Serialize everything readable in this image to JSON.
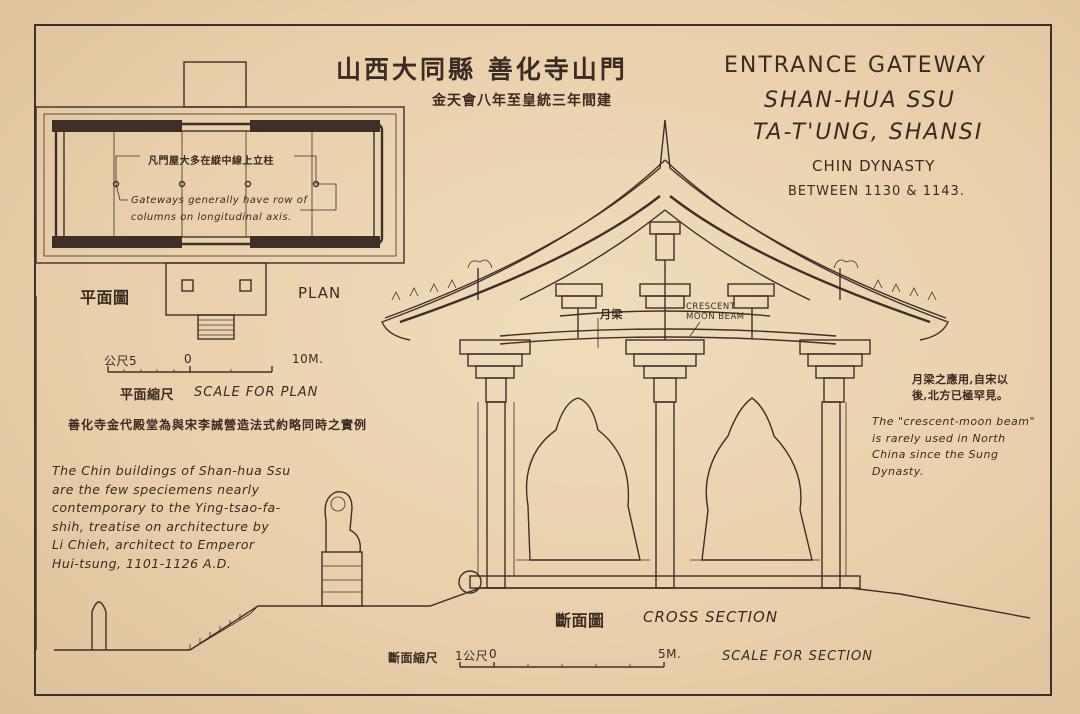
{
  "title": {
    "chinese": "山西大同縣 善化寺山門",
    "chinese_subtitle": "金天會八年至皇統三年間建",
    "line1": "ENTRANCE GATEWAY",
    "line2": "SHAN-HUA SSU",
    "line3": "TA-T'UNG, SHANSI",
    "line4": "CHIN DYNASTY",
    "line5": "BETWEEN 1130 & 1143."
  },
  "plan": {
    "label_cn": "平面圖",
    "label_en": "PLAN",
    "note_cn": "凡門屋大多在縱中線上立柱",
    "note_en": "Gateways generally have row of columns on longitudinal axis.",
    "scale": {
      "left": "5",
      "left_cn": "公尺",
      "zero": "0",
      "right": "10M.",
      "label_cn": "平面縮尺",
      "label_en": "SCALE FOR PLAN"
    }
  },
  "notes": {
    "chinese": "善化寺金代殿堂為與宋李誡營造法式約略同時之實例",
    "english": [
      "The Chin buildings of Shan-hua Ssu",
      "are the few speciemens nearly",
      "contemporary to the Ying-tsao-fa-",
      "shih, treatise on architecture by",
      "Li Chieh, architect to Emperor",
      "Hui-tsung, 1101-1126 A.D."
    ]
  },
  "section": {
    "beam_cn": "月梁",
    "beam_en_1": "CRESCENT",
    "beam_en_2": "MOON BEAM",
    "right_note_cn_1": "月梁之應用,自宋以",
    "right_note_cn_2": "後,北方已極罕見。",
    "right_note_en": [
      "The \"crescent-moon beam\"",
      "is rarely used in North",
      "China since the Sung",
      "Dynasty."
    ],
    "label_cn": "斷面圖",
    "label_en": "CROSS SECTION",
    "scale": {
      "label_cn": "斷面縮尺",
      "one": "1",
      "unit_cn": "公尺",
      "zero": "0",
      "five": "5M.",
      "label_en": "SCALE FOR SECTION"
    }
  },
  "colors": {
    "paper": "#ecd6b4",
    "ink": "#3d3028"
  }
}
